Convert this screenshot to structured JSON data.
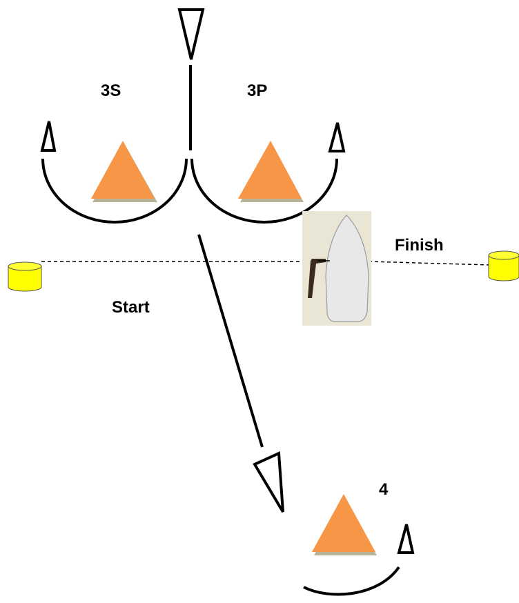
{
  "labels": {
    "mark_3s": "3S",
    "mark_3p": "3P",
    "finish": "Finish",
    "start": "Start",
    "mark_4": "4"
  },
  "colors": {
    "mark_orange": "#F79646",
    "buoy_yellow": "#FFFF00",
    "boat_backdrop": "#E9E6D6",
    "boat_hull": "#E8E8E8",
    "line": "#000000"
  },
  "icons": {
    "course_mark": "orange-triangle",
    "line_buoy": "yellow-cylinder",
    "committee_boat": "boat-top-view"
  }
}
